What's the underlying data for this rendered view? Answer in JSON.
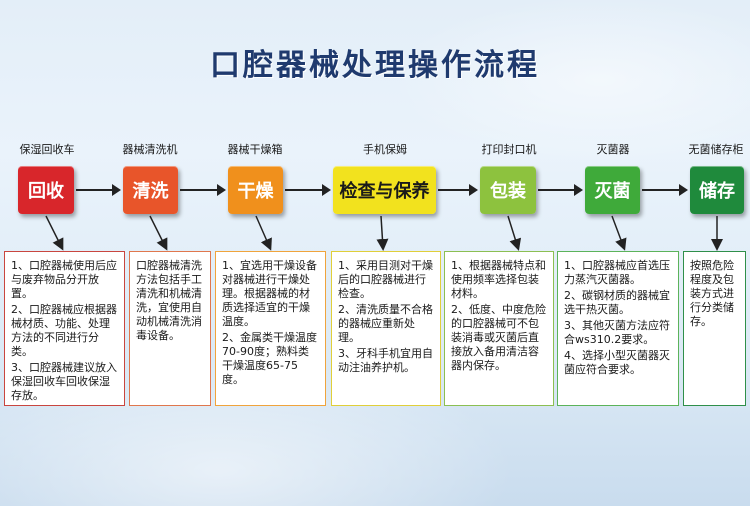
{
  "title": "口腔器械处理操作流程",
  "stages": [
    {
      "category": "保湿回收车",
      "label": "回收",
      "color": "#d8262b",
      "border": "#c9463f",
      "lines": [
        "1、口腔器械使用后应与废弃物品分开放置。",
        "2、口腔器械应根据器械材质、功能、处理方法的不同进行分类。",
        "3、口腔器械建议放入保湿回收车回收保湿存放。"
      ]
    },
    {
      "category": "器械清洗机",
      "label": "清洗",
      "color": "#e8552a",
      "border": "#e0774d",
      "lines": [
        "口腔器械清洗方法包括手工清洗和机械清洗，宜使用自动机械清洗消毒设备。"
      ]
    },
    {
      "category": "器械干燥箱",
      "label": "干燥",
      "color": "#f0901c",
      "border": "#f0a43c",
      "lines": [
        "1、宜选用干燥设备对器械进行干燥处理。根据器械的材质选择适宜的干燥温度。",
        "2、金属类干燥温度70-90度；熟料类干燥温度65-75度。"
      ]
    },
    {
      "category": "手机保姆",
      "label": "检查与保养",
      "color": "#f2e21e",
      "border": "#e0cf3a",
      "lines": [
        "1、采用目测对干燥后的口腔器械进行检查。",
        "2、清洗质量不合格的器械应重新处理。",
        "3、牙科手机宜用自动注油养护机。"
      ]
    },
    {
      "category": "打印封口机",
      "label": "包装",
      "color": "#8dc23e",
      "border": "#8cbf52",
      "lines": [
        "1、根据器械特点和使用频率选择包装材料。",
        "2、低度、中度危险的口腔器械可不包装消毒或灭菌后直接放入备用清洁容器内保存。"
      ]
    },
    {
      "category": "灭菌器",
      "label": "灭菌",
      "color": "#3faa3a",
      "border": "#5cb35a",
      "lines": [
        "1、口腔器械应首选压力蒸汽灭菌器。",
        "2、碳钢材质的器械宜选干热灭菌。",
        "3、其他灭菌方法应符合ws310.2要求。",
        "4、选择小型灭菌器灭菌应符合要求。"
      ]
    },
    {
      "category": "无菌储存柜",
      "label": "储存",
      "color": "#1f8a3c",
      "border": "#2f8f4a",
      "lines": [
        "按照危险程度及包装方式进行分类储存。"
      ]
    }
  ]
}
